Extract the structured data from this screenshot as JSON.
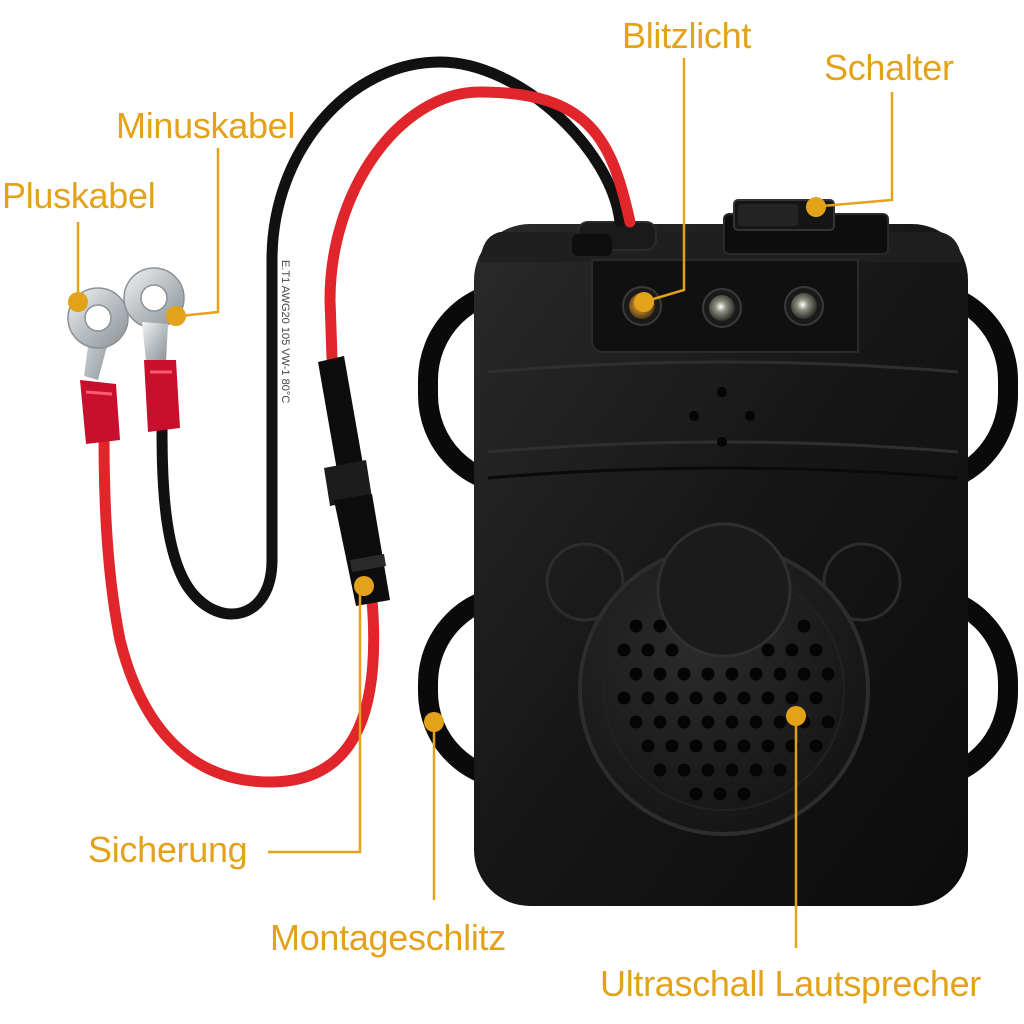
{
  "accent_color": "#e3a21a",
  "product": {
    "body_color": "#141414",
    "plus_wire_color": "#e0262b",
    "minus_wire_color": "#111111",
    "terminal_color": "#c4c8cc",
    "crimp_color": "#c8102e",
    "cable_print": "E.T1 AWG20 105 VW-1 80°C"
  },
  "callouts": {
    "blitzlicht": "Blitzlicht",
    "schalter": "Schalter",
    "minuskabel": "Minuskabel",
    "pluskabel": "Pluskabel",
    "sicherung": "Sicherung",
    "montageschlitz": "Montageschlitz",
    "lautsprecher": "Ultraschall Lautsprecher"
  }
}
